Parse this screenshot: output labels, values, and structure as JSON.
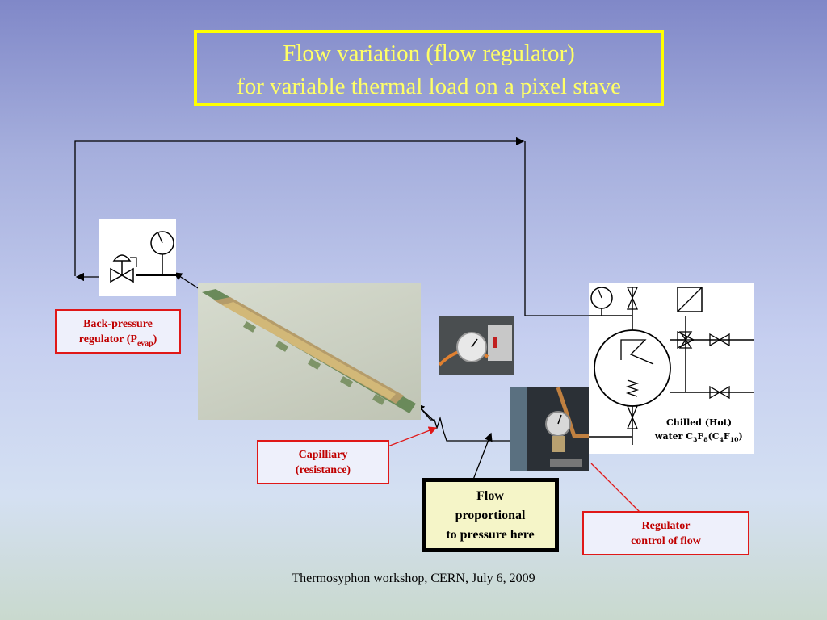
{
  "title": {
    "line1": "Flow variation (flow regulator)",
    "line2": "for variable thermal load on a pixel stave"
  },
  "callouts": {
    "back_pressure": {
      "line1": "Back-pressure",
      "line2_pre": "regulator (P",
      "line2_sub": "evap",
      "line2_post": ")"
    },
    "capillary": {
      "line1": "Capilliary",
      "line2": "(resistance)"
    },
    "regulator": {
      "line1": "Regulator",
      "line2": "control of flow"
    },
    "flow": {
      "line1": "Flow",
      "line2": "proportional",
      "line3": "to pressure here"
    }
  },
  "chiller_label": {
    "line1": "Chilled (Hot)",
    "line2_pre": "water C",
    "sub1": "3",
    "mid1": "F",
    "sub2": "8",
    "mid2": "(C",
    "sub3": "4",
    "mid3": "F",
    "sub4": "10",
    "post": ")"
  },
  "footer": "Thermosyphon workshop, CERN, July 6, 2009",
  "colors": {
    "title": "#ffff66",
    "title_border": "#ffff00",
    "callout_border": "#e01818",
    "callout_text": "#c00000"
  }
}
